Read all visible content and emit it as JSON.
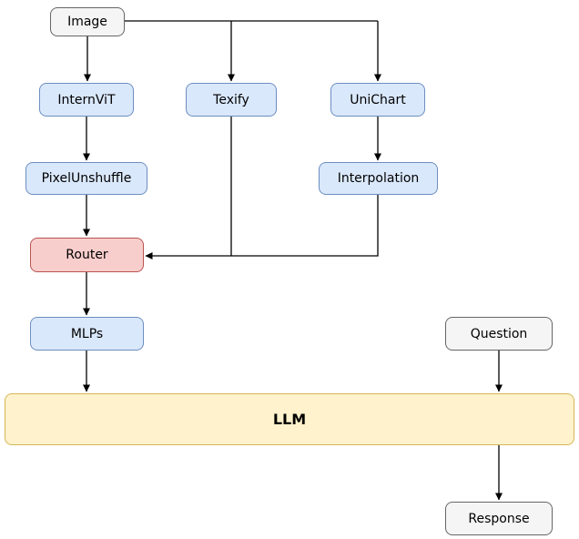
{
  "diagram": {
    "title": "multimodal model architecture flowchart",
    "nodes": {
      "image": {
        "label": "Image"
      },
      "internvit": {
        "label": "InternViT"
      },
      "texify": {
        "label": "Texify"
      },
      "unichart": {
        "label": "UniChart"
      },
      "pixelunshuffle": {
        "label": "PixelUnshuffle"
      },
      "interpolation": {
        "label": "Interpolation"
      },
      "router": {
        "label": "Router"
      },
      "mlps": {
        "label": "MLPs"
      },
      "question": {
        "label": "Question"
      },
      "llm": {
        "label": "LLM"
      },
      "response": {
        "label": "Response"
      }
    },
    "edges": [
      {
        "from": "image",
        "to": "internvit"
      },
      {
        "from": "image",
        "to": "texify"
      },
      {
        "from": "image",
        "to": "unichart"
      },
      {
        "from": "internvit",
        "to": "pixelunshuffle"
      },
      {
        "from": "unichart",
        "to": "interpolation"
      },
      {
        "from": "pixelunshuffle",
        "to": "router"
      },
      {
        "from": "texify",
        "to": "router"
      },
      {
        "from": "interpolation",
        "to": "router"
      },
      {
        "from": "router",
        "to": "mlps"
      },
      {
        "from": "mlps",
        "to": "llm"
      },
      {
        "from": "question",
        "to": "llm"
      },
      {
        "from": "llm",
        "to": "response"
      }
    ],
    "colors": {
      "encoder_fill": "#dae8fc",
      "encoder_stroke": "#6c8ebf",
      "router_fill": "#f8cecc",
      "router_stroke": "#b85450",
      "llm_fill": "#fff2cc",
      "llm_stroke": "#d6b656",
      "io_fill": "#f5f5f5",
      "io_stroke": "#666666",
      "arrow": "#000000",
      "background": "#ffffff"
    }
  }
}
